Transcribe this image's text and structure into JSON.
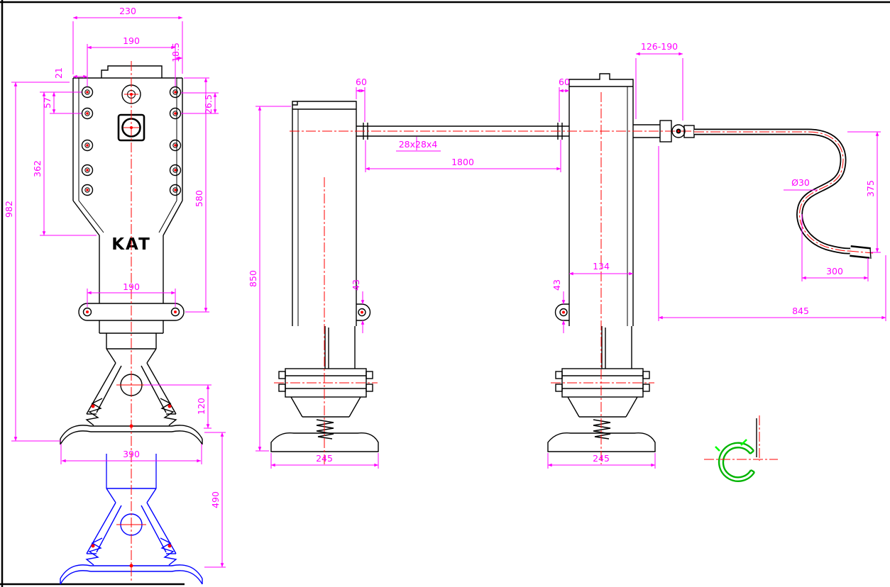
{
  "colors": {
    "outline": "#000000",
    "dimension": "#ff00ff",
    "centerline": "#ff0000",
    "phantom_extended": "#0000ff",
    "detail_highlight": "#00b400"
  },
  "drawing": {
    "brand_label": "KAT",
    "front_view": {
      "dims": {
        "outer_width": "230",
        "hole_spacing_width": "190",
        "right_edge_offset": "18.5",
        "left_edge_offset": "21",
        "hole_pitch": "57",
        "side_offset": "26.5",
        "upper_hole_span": "362",
        "body_height": "580",
        "overall_height": "982",
        "bracket_hole_spacing": "190",
        "pivot_to_ground": "120",
        "foot_width": "390",
        "extension_travel": "490"
      }
    },
    "side_view": {
      "dims": {
        "shaft_stub_left": "60",
        "shaft_section": "28x28x4",
        "shaft_length": "1800",
        "leg_height": "850",
        "ear_width_left": "43",
        "foot_depth_left": "245",
        "crank_range": "126-190",
        "shaft_stub_right": "60",
        "tube_width": "134",
        "ear_width_right": "43",
        "crank_diameter": "Ø30",
        "crank_drop": "375",
        "crank_reach": "300",
        "crank_overall": "845",
        "foot_depth_right": "245"
      }
    }
  }
}
